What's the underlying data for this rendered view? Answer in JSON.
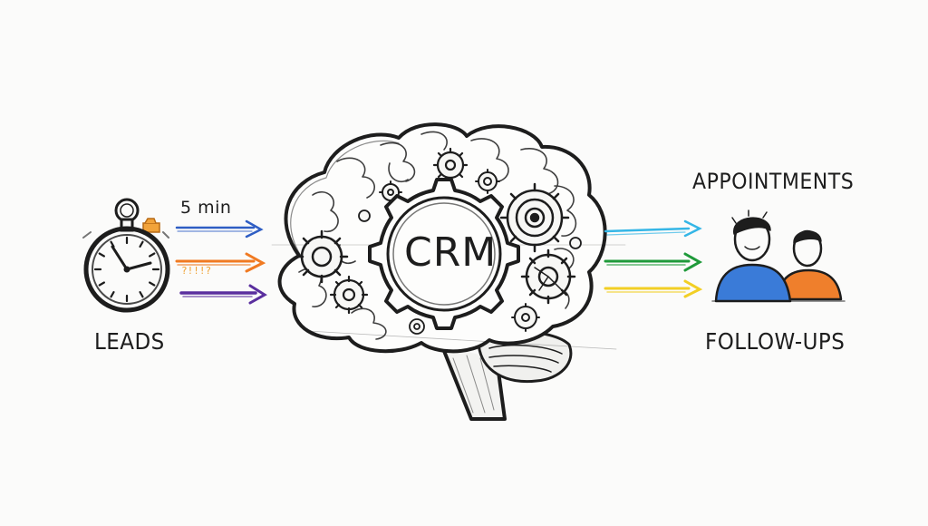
{
  "labels": {
    "leads": "LEADS",
    "time": "5 min",
    "center": "CRM",
    "appointments": "APPOINTMENTS",
    "followups": "FOLLOW-UPS"
  },
  "colors": {
    "ink": "#1d1d1d",
    "arrow_blue": "#2f5ec4",
    "arrow_orange": "#f07a22",
    "arrow_purple": "#5a2f9e",
    "arrow_cyan": "#35b6e6",
    "arrow_green": "#1f9a3a",
    "arrow_yellow": "#f2cf24",
    "person_blue": "#3a7bd8",
    "person_orange": "#ef7f2c"
  }
}
